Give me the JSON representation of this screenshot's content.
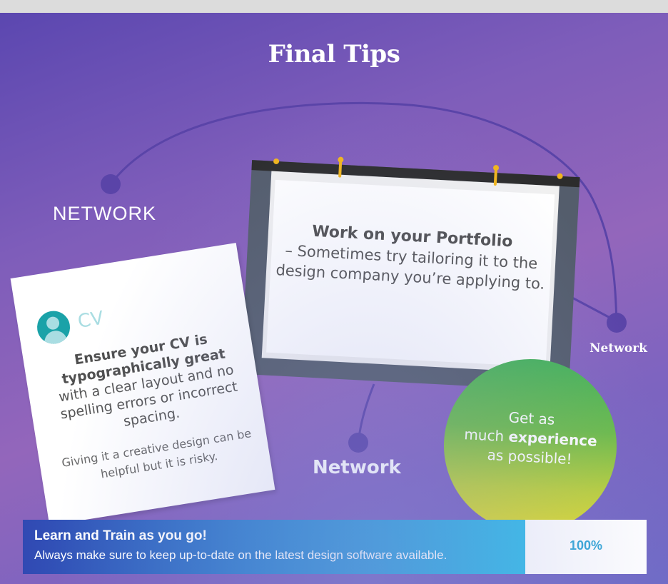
{
  "title": "Final Tips",
  "network_nodes": [
    {
      "label": "NETWORK"
    },
    {
      "label": "Network"
    },
    {
      "label": "Network"
    }
  ],
  "cv_card": {
    "icon": "user-avatar-icon",
    "label": "CV",
    "heading_line1": "Ensure your CV is",
    "heading_line2": "typographically great",
    "body": "with a clear layout and no spelling errors or incorrect spacing.",
    "note": "Giving it a creative design can be helpful but it is risky."
  },
  "portfolio_board": {
    "heading": "Work on your Portfolio",
    "body": "– Sometimes try tailoring it to the design company you’re applying to."
  },
  "experience_circle": {
    "line1": "Get as",
    "pre": "much ",
    "bold": "experience",
    "post": "as possible!"
  },
  "banner": {
    "title": "Learn and Train as you go!",
    "subtitle": "Always make sure to keep up-to-date on the latest design software available.",
    "progress": "100%"
  },
  "colors": {
    "background_start": "#5b47b0",
    "background_end": "#9366bb",
    "node": "#5a44a8",
    "board_frame": "#545d6c",
    "clip": "#f2b61d",
    "avatar": "#1aa2a8",
    "circle_top": "#46b35a",
    "circle_bottom": "#e2dc2e",
    "banner_start": "#3149b3",
    "banner_end": "#35bde8",
    "progress_text": "#34a7d6"
  }
}
